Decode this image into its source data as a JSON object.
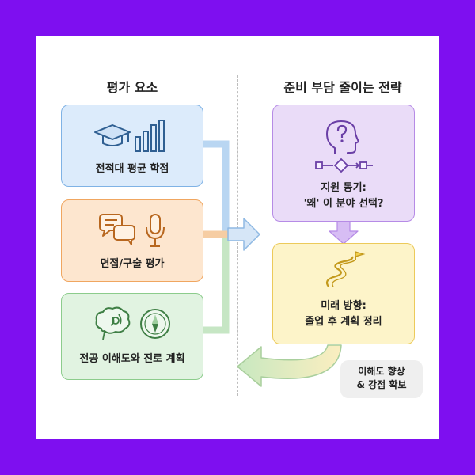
{
  "left_heading": "평가 요소",
  "right_heading": "준비 부담 줄이는 전략",
  "factors": [
    {
      "label": "전적대 평균 학점",
      "icon": "graduation-cap-chart-icon"
    },
    {
      "label": "면접/구술 평가",
      "icon": "speech-microphone-icon"
    },
    {
      "label": "전공 이해도와 진로 계획",
      "icon": "brain-compass-icon"
    }
  ],
  "strategies": [
    {
      "line1": "지원 동기:",
      "line2": "'왜' 이 분야 선택?",
      "icon": "head-question-flow-icon"
    },
    {
      "line1": "미래 방향:",
      "line2": "졸업 후 계획 정리",
      "icon": "winding-road-flag-icon"
    }
  ],
  "result": {
    "line1": "이해도 향상",
    "line2": "& 강점 확보"
  },
  "colors": {
    "background": "#7e0ff0",
    "blue": "#dcebfb",
    "orange": "#fde6cf",
    "green": "#e1f3e1",
    "purple": "#eadcf8",
    "yellow": "#fdf4c9"
  }
}
